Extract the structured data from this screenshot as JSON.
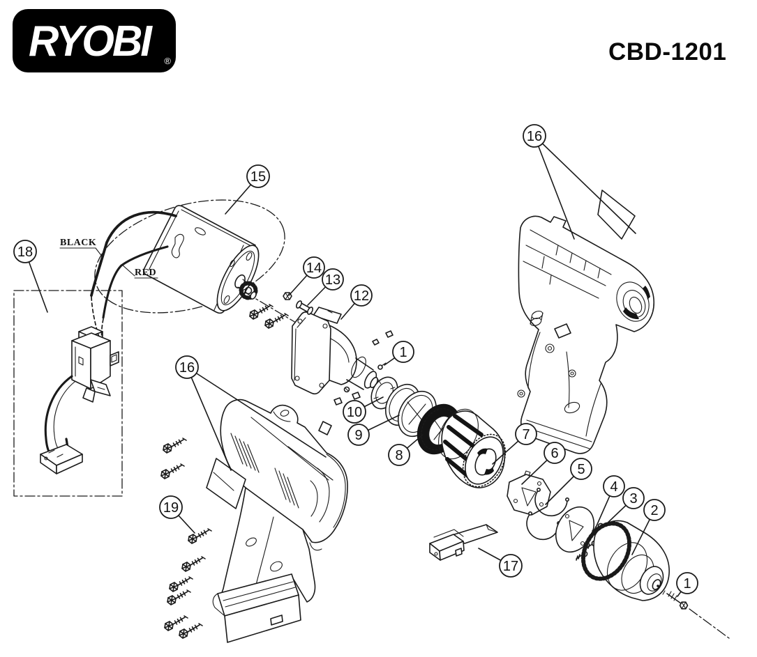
{
  "header": {
    "brand": "RYOBI",
    "registered_mark": "®",
    "model": "CBD-1201"
  },
  "diagram": {
    "wire_labels": {
      "black": "BLACK",
      "red": "RED"
    },
    "callouts": [
      {
        "label": "15"
      },
      {
        "label": "16"
      },
      {
        "label": "18"
      },
      {
        "label": "14"
      },
      {
        "label": "13"
      },
      {
        "label": "12"
      },
      {
        "label": "1"
      },
      {
        "label": "10"
      },
      {
        "label": "9"
      },
      {
        "label": "8"
      },
      {
        "label": "7"
      },
      {
        "label": "6"
      },
      {
        "label": "5"
      },
      {
        "label": "4"
      },
      {
        "label": "3"
      },
      {
        "label": "2"
      },
      {
        "label": "1"
      },
      {
        "label": "17"
      },
      {
        "label": "16"
      },
      {
        "label": "19"
      }
    ]
  }
}
